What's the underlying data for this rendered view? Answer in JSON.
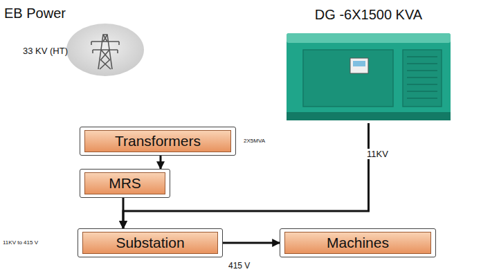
{
  "diagram": {
    "nodes": [
      {
        "text": [
          "DG -6X1500 KVA"
        ]
      },
      {
        "text": [
          "Transformers"
        ]
      },
      {
        "text": [
          "MRS"
        ]
      },
      {
        "text": [
          "Substation"
        ]
      },
      {
        "text": [
          "Machines"
        ]
      }
    ],
    "edges": [
      {
        "from": 1,
        "to": 2,
        "arrow": "to"
      },
      {
        "from": 2,
        "to": 3,
        "arrow": "to"
      },
      {
        "from": 0,
        "to": 3,
        "arrow": "to",
        "label": "11KV"
      },
      {
        "from": 3,
        "to": 4,
        "arrow": "to",
        "label": "415 V"
      }
    ],
    "labels": [
      "EB Power",
      "33 KV (HT)",
      "2X5MVA",
      "11KV to 415 V"
    ]
  }
}
